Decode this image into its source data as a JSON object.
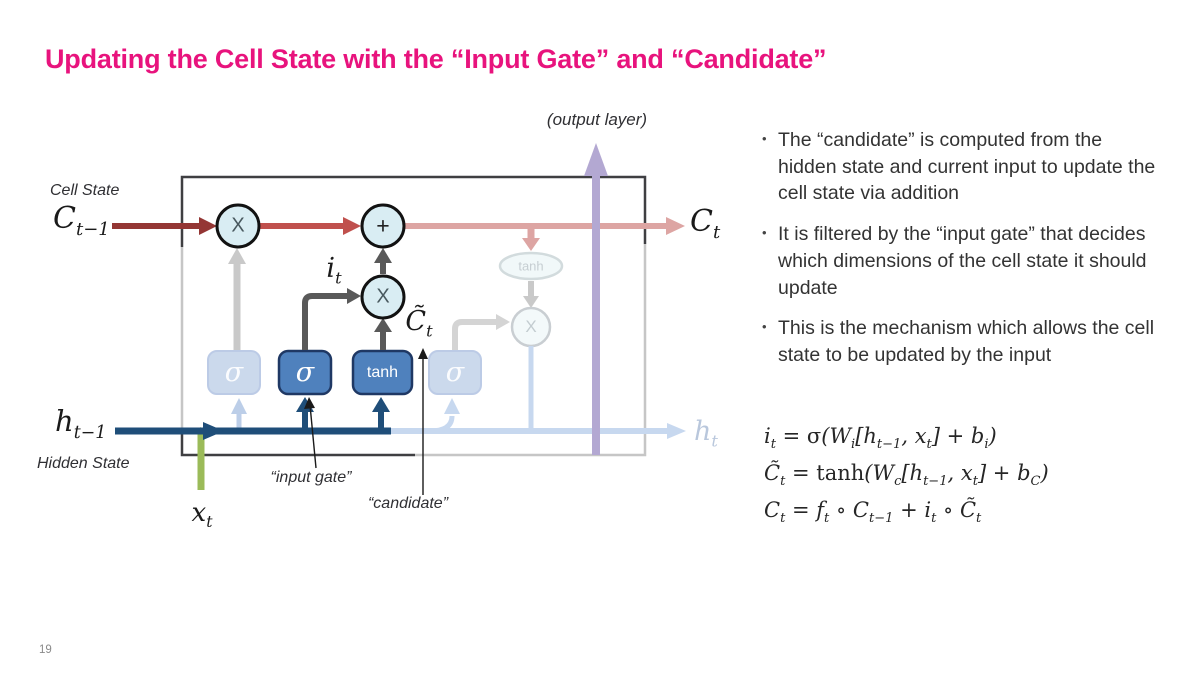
{
  "slide": {
    "title": "Updating the Cell State with the “Input Gate” and “Candidate”",
    "title_color": "#e8137d",
    "page_number": "19"
  },
  "diagram": {
    "annotations": {
      "output_layer": "(output layer)",
      "cell_state": "Cell State",
      "hidden_state": "Hidden State",
      "input_gate": "“input gate”",
      "candidate": "“candidate”"
    },
    "math_labels": {
      "c_prev": "C<sub>t−1</sub>",
      "c_next": "C<sub>t</sub>",
      "h_prev": "h<sub>t−1</sub>",
      "h_next": "h<sub>t</sub>",
      "x_t": "x<sub>t</sub>",
      "i_t": "i<sub>t</sub>",
      "c_tilde": "C̃<sub>t</sub>"
    },
    "node_glyphs": {
      "multiply": "X",
      "add": "+",
      "sigma": "σ",
      "tanh": "tanh"
    },
    "colors": {
      "cell_dark_red": "#943634",
      "cell_red": "#c0504d",
      "cell_pink": "#dda5a3",
      "hidden_navy": "#1f4e79",
      "hidden_faded": "#c7d8ef",
      "input_green": "#9bbb59",
      "output_purple": "#b3a8d2",
      "gate_blue": "#4f81bd",
      "gate_blue_border": "#1f3864",
      "gate_faded": "#cbd9ec",
      "node_fill": "#d9edf3",
      "faded_gray": "#c9c9c9"
    }
  },
  "bullets": [
    {
      "marker": "•",
      "text": "The “candidate” is computed from the hidden state and current input to update the cell state via addition"
    },
    {
      "marker": "•",
      "text": "It is filtered by the “input gate” that decides which dimensions of the cell state it should update"
    },
    {
      "marker": "•",
      "text": "This is the mechanism which allows the cell state to be updated by the input"
    }
  ],
  "equations": [
    {
      "html": "i<sub>t</sub> = <span class=\"up\">σ</span>(W<sub>i</sub>[h<sub>t−1</sub>, x<sub>t</sub>] + b<sub>i</sub>)"
    },
    {
      "html": "C̃<sub>t</sub> = <span class=\"up\">tanh</span>(W<sub>c</sub>[h<sub>t−1</sub>, x<sub>t</sub>] + b<sub>C</sub>)"
    },
    {
      "html": "C<sub>t</sub> = f<sub>t</sub> ∘ C<sub>t−1</sub> + i<sub>t</sub> ∘ C̃<sub>t</sub>"
    }
  ]
}
